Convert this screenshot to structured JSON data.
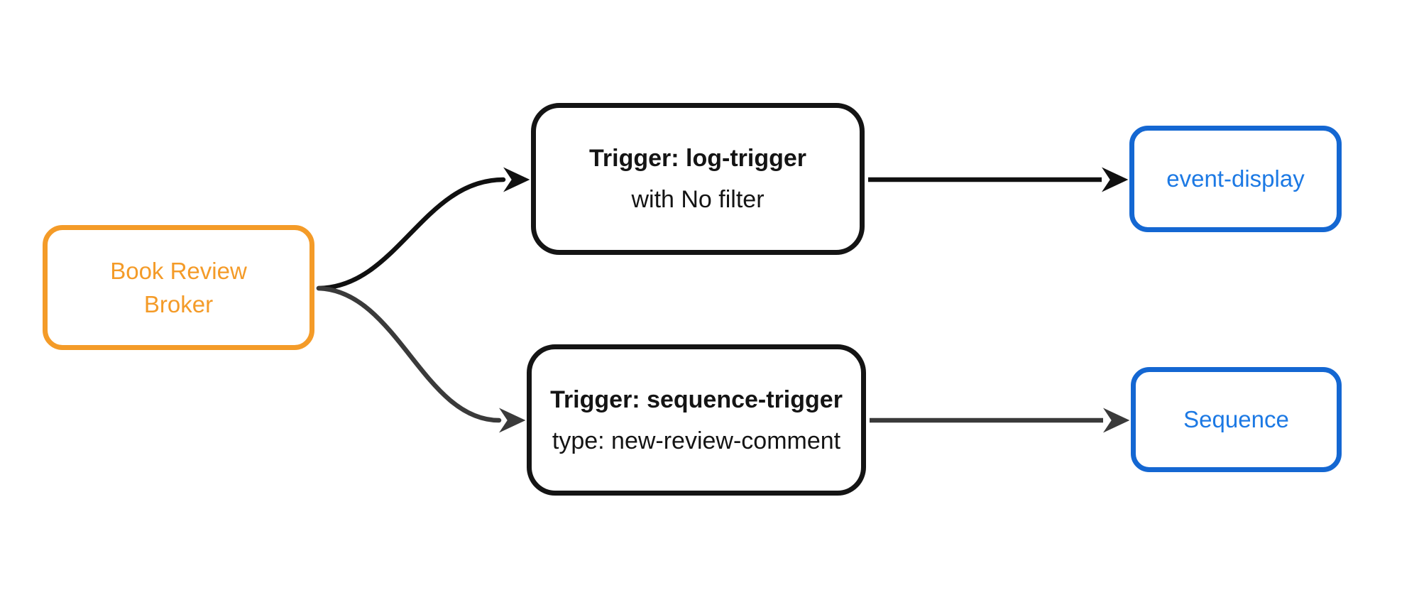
{
  "diagram": {
    "background_color": "#ffffff",
    "nodes": {
      "broker": {
        "label": "Book Review Broker",
        "border_color": "#f49b28",
        "text_color": "#f49b28"
      },
      "log_trigger": {
        "title": "Trigger: log-trigger",
        "subtitle": "with No filter",
        "border_color": "#141414",
        "text_color": "#141414"
      },
      "sequence_trigger": {
        "title": "Trigger: sequence-trigger",
        "subtitle": "type: new-review-comment",
        "border_color": "#141414",
        "text_color": "#141414"
      },
      "event_display": {
        "label": "event-display",
        "border_color": "#1467d2",
        "text_color": "#1c79e4"
      },
      "sequence": {
        "label": "Sequence",
        "border_color": "#1467d2",
        "text_color": "#1c79e4"
      }
    },
    "edges": [
      {
        "id": "broker-to-log-trigger",
        "from": "Book Review Broker",
        "to": "Trigger: log-trigger",
        "color": "#101010",
        "style": "curved"
      },
      {
        "id": "broker-to-sequence-trigger",
        "from": "Book Review Broker",
        "to": "Trigger: sequence-trigger",
        "color": "#3a3a3a",
        "style": "curved"
      },
      {
        "id": "log-trigger-to-event-display",
        "from": "Trigger: log-trigger",
        "to": "event-display",
        "color": "#101010",
        "style": "straight"
      },
      {
        "id": "sequence-trigger-to-sequence",
        "from": "Trigger: sequence-trigger",
        "to": "Sequence",
        "color": "#3a3a3a",
        "style": "straight"
      }
    ]
  }
}
